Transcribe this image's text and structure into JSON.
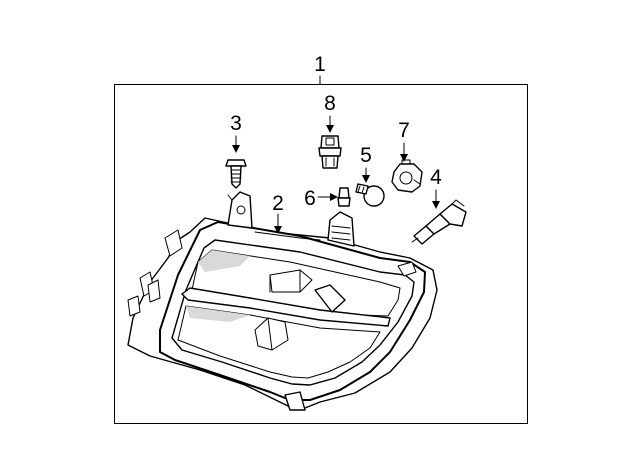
{
  "diagram": {
    "callouts": [
      {
        "id": "1",
        "label": "1"
      },
      {
        "id": "2",
        "label": "2"
      },
      {
        "id": "3",
        "label": "3"
      },
      {
        "id": "4",
        "label": "4"
      },
      {
        "id": "5",
        "label": "5"
      },
      {
        "id": "6",
        "label": "6"
      },
      {
        "id": "7",
        "label": "7"
      },
      {
        "id": "8",
        "label": "8"
      }
    ],
    "parts": [
      {
        "id": "headlamp-assembly",
        "icon": "headlamp-icon"
      },
      {
        "id": "mounting-bolt",
        "icon": "bolt-icon"
      },
      {
        "id": "side-marker-socket",
        "icon": "socket-icon"
      },
      {
        "id": "side-marker-bulb",
        "icon": "wedge-bulb-icon"
      },
      {
        "id": "turn-signal-bulb",
        "icon": "bulb-icon"
      },
      {
        "id": "turn-signal-socket",
        "icon": "twist-socket-icon"
      },
      {
        "id": "headlamp-bulb",
        "icon": "halogen-bulb-icon"
      }
    ]
  }
}
